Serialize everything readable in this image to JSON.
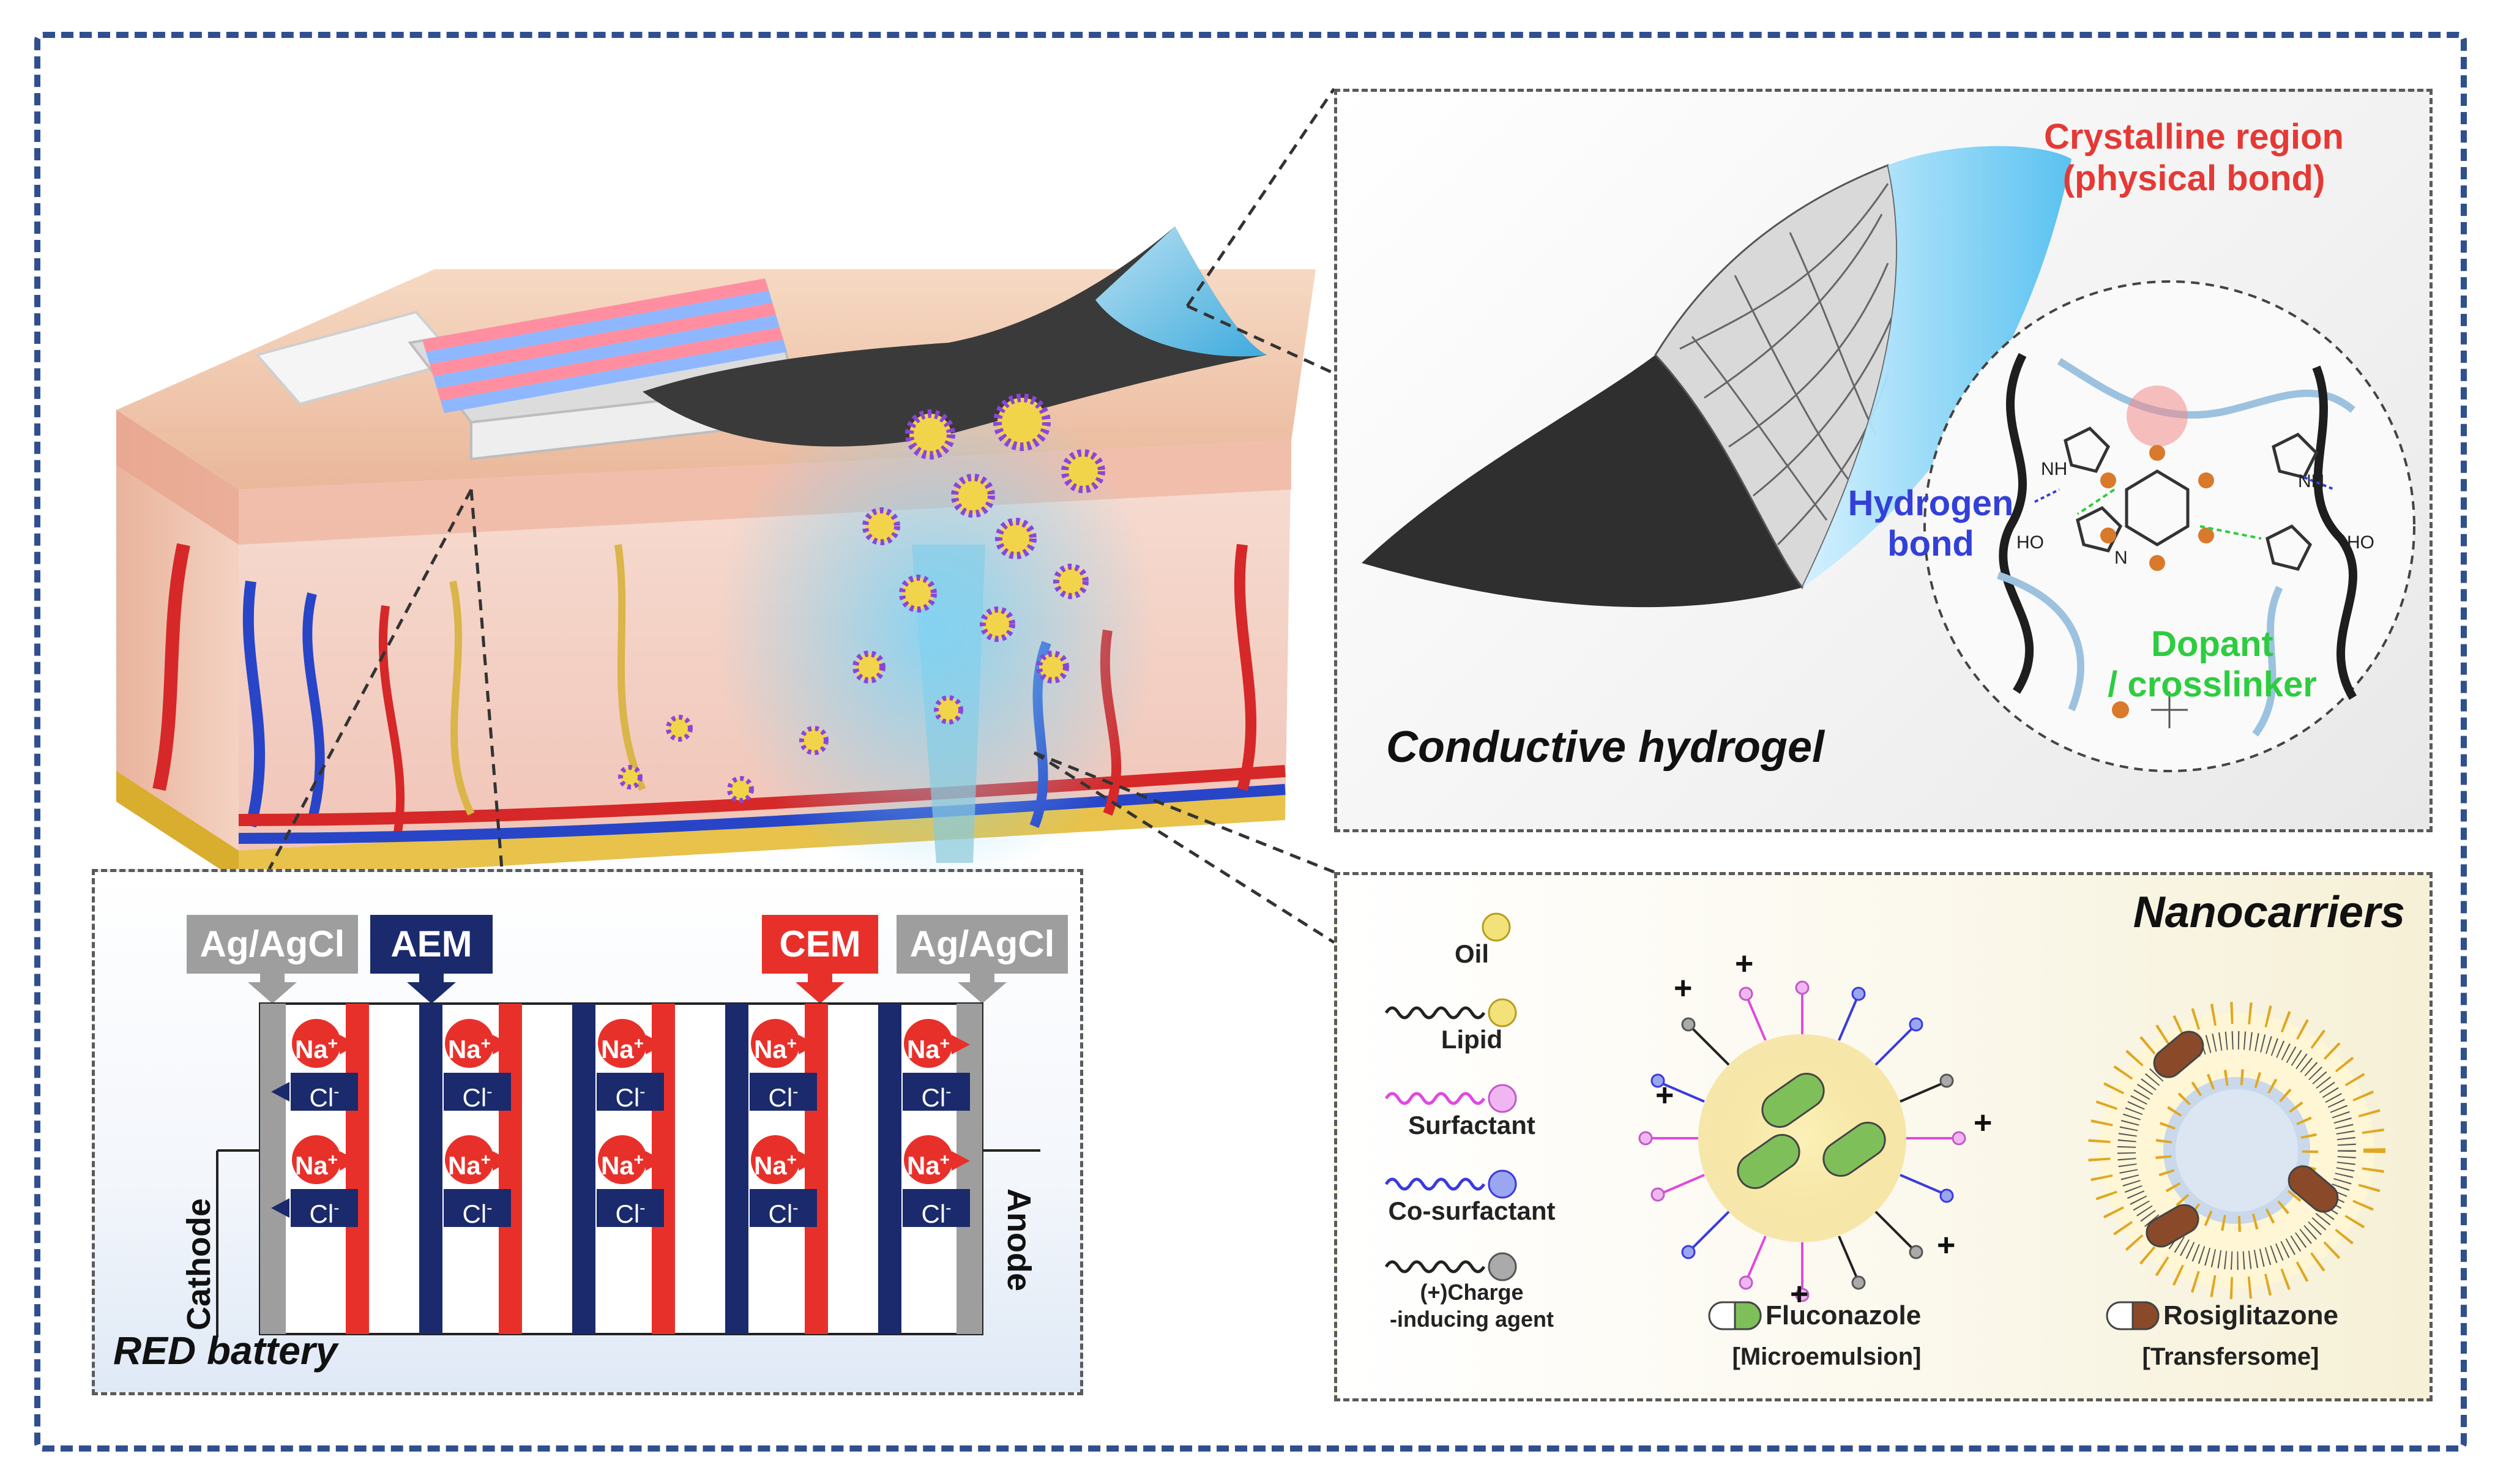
{
  "skin_illustration": {
    "colors": {
      "skin_top": "#f2c9ae",
      "dermis": "#f4d1c6",
      "hydrogel": "#6fc7ee",
      "vessel_red": "#d62828",
      "vessel_blue": "#2845c8"
    }
  },
  "hydrogel_panel": {
    "title": "Conductive hydrogel",
    "crystalline_label_line1": "Crystalline region",
    "crystalline_label_line2": "(physical bond)",
    "hydrogen_label_line1": "Hydrogen",
    "hydrogen_label_line2": "bond",
    "dopant_label_line1": "Dopant",
    "dopant_label_line2": "/ crosslinker",
    "nh_left": "NH",
    "nh_right": "NH",
    "ho_left": "HO",
    "ho_right": "HO",
    "n_label": "N",
    "colors": {
      "crystalline": "#e53935",
      "hydrogen": "#3340d8",
      "dopant": "#2ecc40"
    }
  },
  "nano_panel": {
    "title": "Nanocarriers",
    "legend": [
      {
        "label": "Oil",
        "color": "#f3e27a"
      },
      {
        "label": "Lipid",
        "color": "#f3e27a"
      },
      {
        "label": "Surfactant",
        "color": "#e48ee8"
      },
      {
        "label": "Co-surfactant",
        "color": "#6f7ee8"
      },
      {
        "label": "(+)Charge\n-inducing agent",
        "line1": "(+)Charge",
        "line2": "-inducing agent",
        "color": "#888888"
      }
    ],
    "plus_sign": "+",
    "drug1": {
      "name": "Fluconazole",
      "carrier": "[Microemulsion]",
      "color": "#7fbf5a"
    },
    "drug2": {
      "name": "Rosiglitazone",
      "carrier": "[Transfersome]",
      "color": "#8a4a2a"
    }
  },
  "red_panel": {
    "title": "RED battery",
    "electrode_left": "Ag/AgCl",
    "electrode_right": "Ag/AgCl",
    "aem": "AEM",
    "cem": "CEM",
    "cathode": "Cathode",
    "anode": "Anode",
    "na_ion": "Na",
    "na_sup": "+",
    "cl_ion": "Cl",
    "cl_sup": "-",
    "colors": {
      "aem": "#1a2a6c",
      "cem": "#e8302a",
      "electrode": "#9e9e9e"
    }
  }
}
